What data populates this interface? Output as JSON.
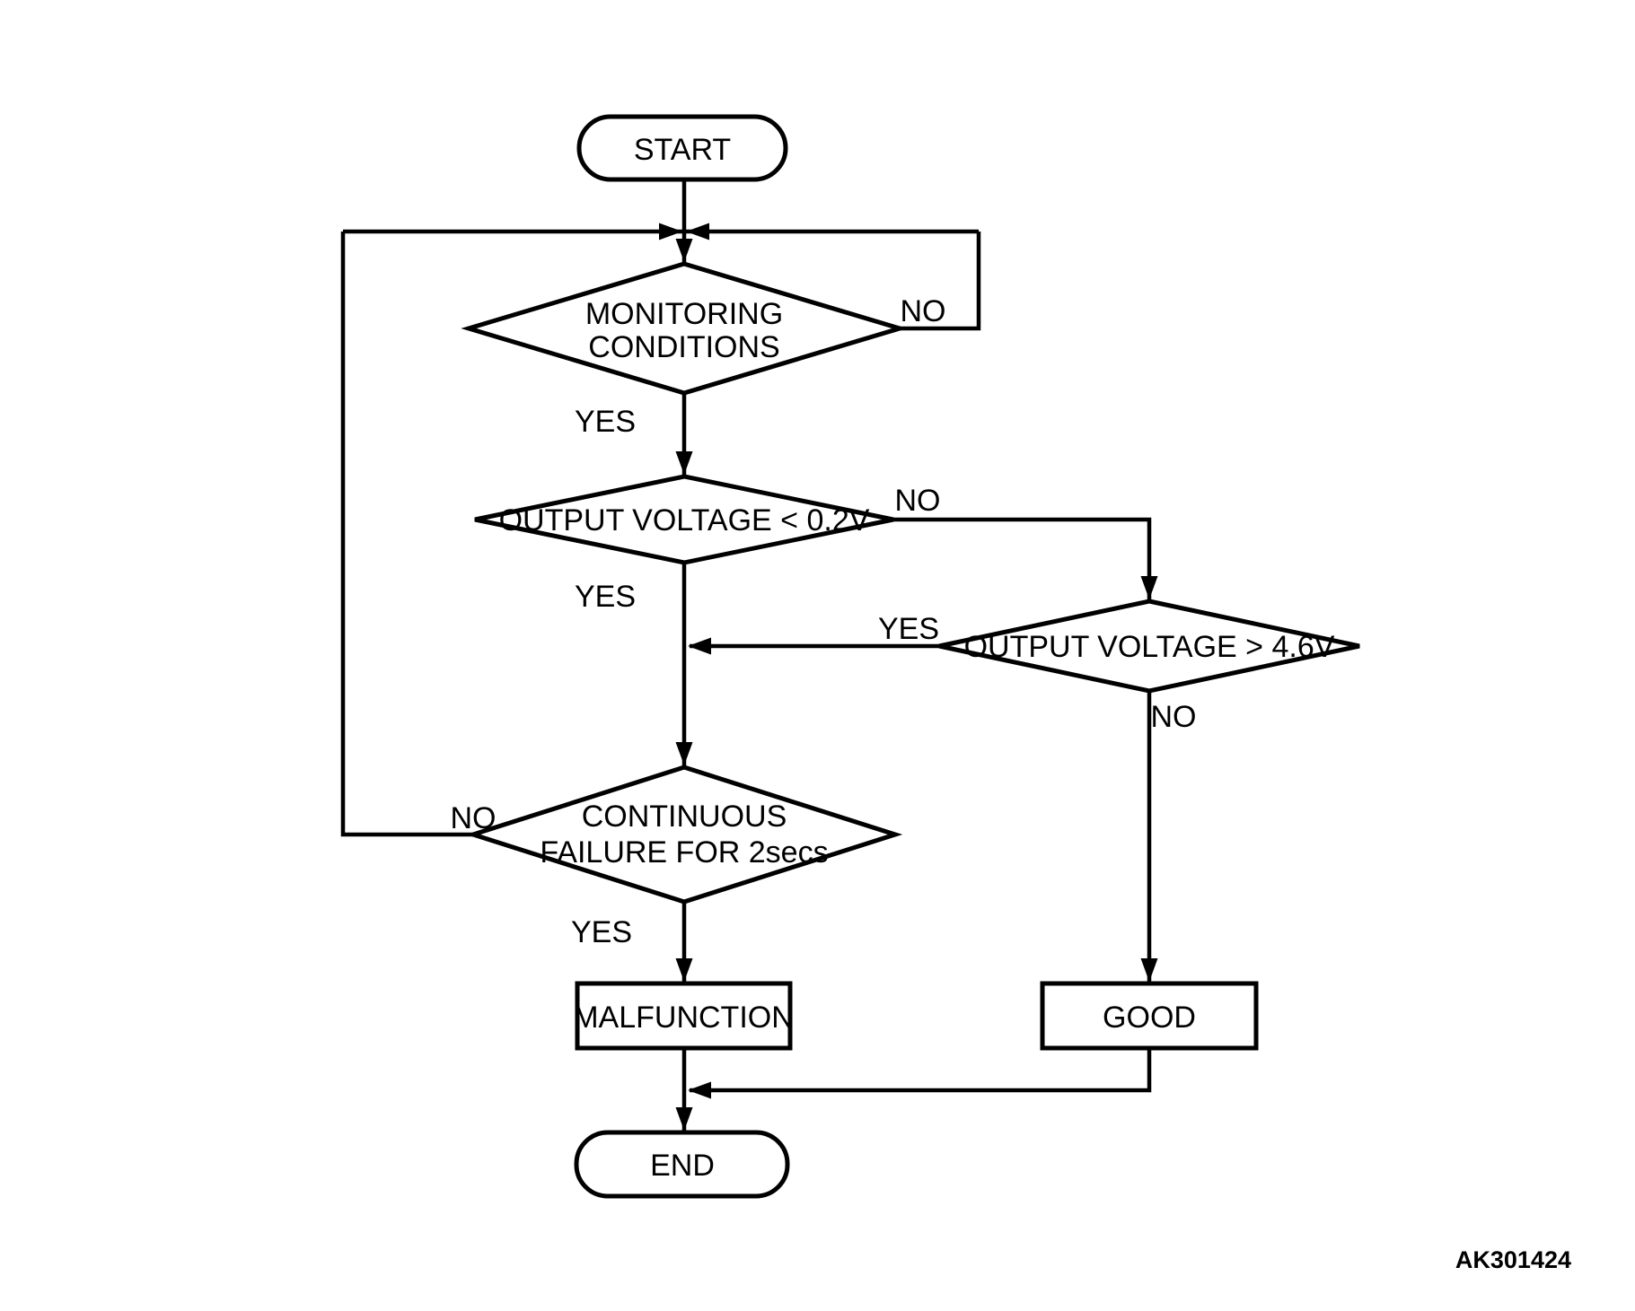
{
  "diagram": {
    "code": "AK301424",
    "nodes": {
      "start": {
        "label": "START"
      },
      "monitoring": {
        "line1": "MONITORING",
        "line2": "CONDITIONS"
      },
      "voltage_low": {
        "label": "OUTPUT VOLTAGE < 0.2V"
      },
      "voltage_high": {
        "label": "OUTPUT VOLTAGE > 4.6V"
      },
      "continuous": {
        "line1": "CONTINUOUS",
        "line2": "FAILURE FOR 2secs"
      },
      "malfunction": {
        "label": "MALFUNCTION"
      },
      "good": {
        "label": "GOOD"
      },
      "end": {
        "label": "END"
      }
    },
    "edge_labels": {
      "monitoring_no": "NO",
      "monitoring_yes": "YES",
      "voltage_low_no": "NO",
      "voltage_low_yes": "YES",
      "voltage_high_yes": "YES",
      "voltage_high_no": "NO",
      "continuous_no": "NO",
      "continuous_yes": "YES"
    },
    "colors": {
      "line": "#000000",
      "background": "#ffffff",
      "text": "#000000"
    }
  }
}
